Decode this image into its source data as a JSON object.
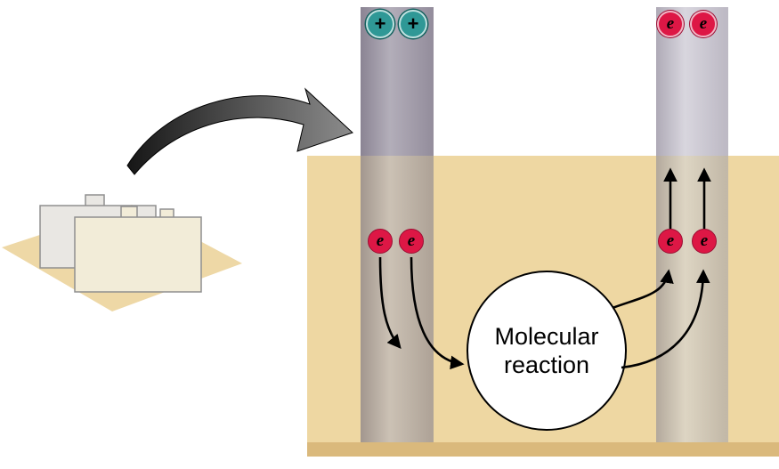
{
  "diagram": {
    "reaction_label": {
      "line1": "Molecular",
      "line2": "reaction"
    },
    "symbols": {
      "plus": "+",
      "electron": "e"
    }
  },
  "colors": {
    "background": "#ffffff",
    "electrolyte": "#eed7a2",
    "electrolyte_bottom_edge": "#dab97c",
    "left_electrode_top": "#a29caa",
    "left_electrode_submerged": "#c0b4a4",
    "right_electrode_top": "#d0cdd7",
    "right_electrode_submerged": "#d6ccb6",
    "positive_terminal": "#2f9896",
    "electron_red": "#dd1745",
    "reaction_circle_fill": "#ffffff",
    "arrow_black": "#000000",
    "battery_base_tan": "#eed8a6",
    "battery_cell_gray": "#e9e7e3",
    "battery_cell_cream": "#f2ecd8"
  }
}
